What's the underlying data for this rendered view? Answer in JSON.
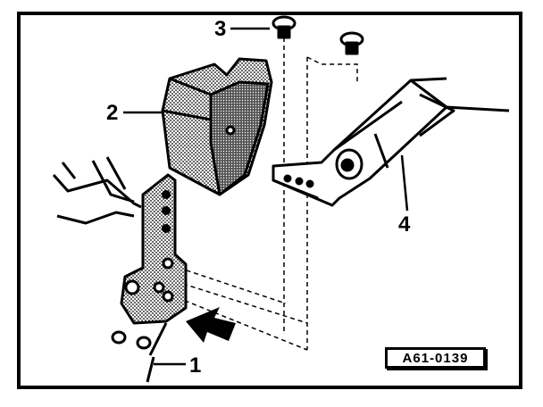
{
  "callouts": {
    "c1": "1",
    "c2": "2",
    "c3": "3",
    "c4": "4"
  },
  "reference_code": "A61-0139",
  "colors": {
    "ink": "#000000",
    "paper": "#ffffff",
    "shade": "#8a8a8a"
  }
}
